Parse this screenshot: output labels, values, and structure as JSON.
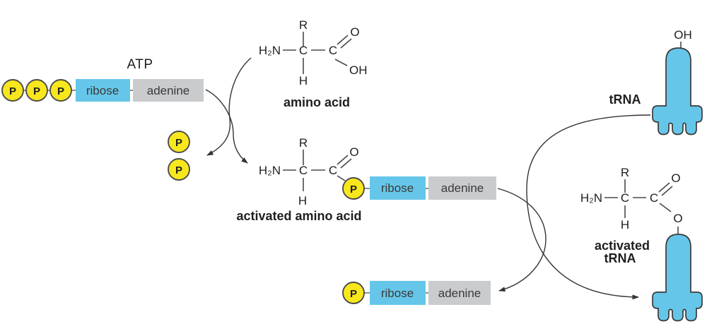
{
  "diagram": "amino-acid-activation",
  "colors": {
    "yellow": "#f8e71c",
    "blue": "#66c6e9",
    "gray": "#cacbcd",
    "line": "#3c3c3c",
    "text": "#1f1f1f"
  },
  "units": {
    "phosphate": "P",
    "ribose": "ribose",
    "adenine": "adenine"
  },
  "chem": {
    "r": "R",
    "h2n": "H₂N",
    "c": "C",
    "o": "O",
    "oh": "OH",
    "h": "H"
  },
  "labels": {
    "atp": "ATP",
    "amino_acid": "amino acid",
    "activated_amino_acid": "activated amino acid",
    "trna": "tRNA",
    "trna_oh": "OH",
    "activated_trna_line1": "activated",
    "activated_trna_line2": "tRNA"
  }
}
